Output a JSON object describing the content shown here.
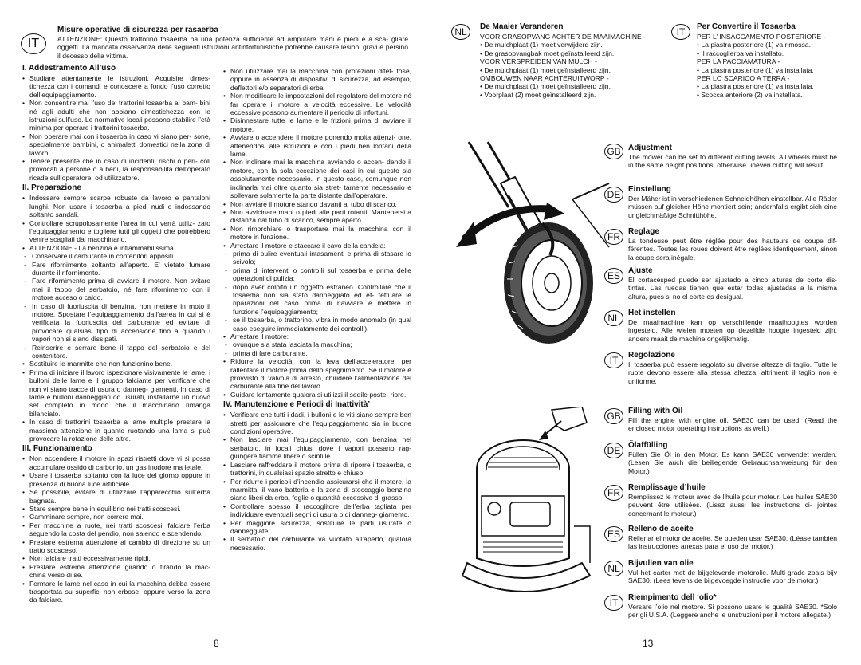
{
  "left_page": {
    "lang_badge": "IT",
    "title": "Misure operative di sicurezza per rasaerba",
    "intro": "ATTENZIONE: Questo trattorino tosaerba ha una potenza sufficiente ad amputare mani e piedi e a sca- gliare oggetti. La mancata osservanza delle seguenti istruzioni antinfortunistiche potrebbe causare lesioni gravi e persino il decesso della vittima.",
    "sec1_title": "I.  Addestramento All’uso",
    "sec1_items": [
      "Studiare attentamente le istruzioni. Acquisire dimes- tichezza con i comandi e conoscere a fondo l’uso corretto dell’equipaggiamento.",
      "Non consentire mai l’uso del trattorini tosaerba ai bam- bini né agli adulti che non abbiano dimestichezza con le istruzioni sull’uso. Le normative locali possono stabilire l’età minima per operare i trattorini tosaerba.",
      "Non operare mai con i tosaerba in caso vi siano per- sone, specialmente bambini, o animaletti domestici nella zona di lavoro.",
      "Tenere presente che in caso di incidenti, rischi o peri- coli provocati a persone o a beni, la responsabilità dell’operato ricade sull’operatore, od utilizzatore."
    ],
    "sec2_title": "II.  Preparazione",
    "sec2_items": [
      "Indossare sempre scarpe robuste da lavoro e pantaloni lunghi. Non usare i tosaerba a piedi nudi o indossando soltanto sandali.",
      "Controllare scrupolosamente l’area in cui verrà utiliz- zato l’equipaggiamento e togliere tutti gli oggetti che potrebbero venire scagliati dal macchinario.",
      "ATTENZIONE - La benzina è infiammabilissima."
    ],
    "sec2_dash": [
      "Conservare il carburante in contenitori appositi.",
      "Fare rifornimento soltanto all’aperto. E’ vietato fumare durante il rifornimento.",
      "Fare rifornimento prima di avviare il motore. Non svitare mai il tappo del serbatoio, né fare rifornimento con il motore acceso o caldo.",
      "In caso di fuoriuscita di benzina, non mettere in moto il motore. Spostare l’equipaggiamento dall’aerea in cui si è verificata la fuoriuscita del carburante ed evitare di provocare qualsiasi tipo di accensione fino a quando i vapori non si siano dissipati.",
      "Reinserire e serrare bene il tappo del serbatoio e del contenitore."
    ],
    "sec2_items_b": [
      "Sostituire le marmitte che non funzionino bene.",
      "Prima di iniziare il lavoro ispezionare visivamente le lame, i bulloni delle lame e il gruppo falciante per verificare che non vi siano tracce di usura o danneg- giamenti. In caso di lame e bulloni danneggiati od usurati, installarne un nuovo set completo in modo che il macchinario rimanga bilanciato.",
      "In caso di trattorini tosaerba a lame multiple prestare la massima attenzione in quanto ruotando una lama si può provocare la rotazione delle altre."
    ],
    "sec3_title": "III.  Funzionamento",
    "sec3_items": [
      "Non accendere il motore in spazi ristretti dove vi si possa accumulare ossido di carbonio, un gas inodore ma letale.",
      "Usare i tosaerba soltanto con la luce del giorno oppure in presenza di buona luce artificiale.",
      "Se possibile, evitare di utilizzare l’apparecchio sull’erba bagnata.",
      "Stare sempre bene in equilibrio nei tratti scoscesi.",
      "Camminare sempre, non correre mai.",
      "Per macchine a ruote, nei tratti scoscesi, falciare l’erba seguendo la costa del pendio, non salendo e scendendo.",
      "Prestare estrema attenzione al cambio di direzione su un tratto scosceso.",
      "Non falciare tratti eccessivamente ripidi.",
      "Prestare estrema attenzione girando o tirando la mac- china verso di sé.",
      "Fermare le lame nel caso in cui la macchina debba essere trasportata su superfici non erbose, oppure verso la zona da falciare."
    ],
    "col2_items": [
      "Non utilizzare mai la macchina con protezioni difet- tose, oppure in assenza di dispositivi di sicurezza, ad esempio, deflettori e/o separatori di erba.",
      "Non modificare le impostazioni del regolatore del motore né far operare il motore a velocità eccessive. Le velocità eccessive possono aumentare il pericolo di infortuni.",
      "Disinnestare tutte le lame e le frizioni prima di avviare il motore.",
      "Avviare o accendere il motore ponendo molta attenzi- one, attenendosi alle istruzioni e con i piedi ben lontani della lame.",
      "Non inclinare mai la macchina  avviando o accen- dendo il motore, con la sola eccezione dei casi in cui questo sia assolutamente necessario. In questo caso, comunque non inclinarla mai oltre quanto sia stret- tamente necessario e sollevare solamente la parte distante dall’operatore.",
      "Non avviare il motore stando davanti al tubo di scarico.",
      "Non avvicinare mani o piedi alle parti rotanti. Mantenersi a distanza dal tubo di scarico, sempre aperto.",
      "Non rimorchiare o trasportare mai la macchina con il motore in funzione.",
      "Arrestare il motore e staccare il cavo della candela:"
    ],
    "col2_dash1": [
      "prima di pulire eventuali intasamenti e prima di stasare lo scivolo;",
      "prima di interventi o controlli sul tosaerba e prima delle operazioni di pulizia;",
      "dopo aver colpito un oggetto estraneo. Controllare che il tosaerba non sia stato danneggiato ed ef- fettuare le riparazioni del caso prima di riavviare e mettere in funzione l’equipaggiamento;",
      "se il tosaerba, o trattorino, vibra in modo anomalo (in qual caso eseguire immediatamente dei controlli)."
    ],
    "col2_stop": "Arrestare il motore:",
    "col2_dash2": [
      "ovunque sia stata lasciata la macchina;",
      "prima di fare carburante."
    ],
    "col2_items_b": [
      "Ridurre la velocità, con la leva dell’acceleratore, per rallentare il motore prima dello spegnimento. Se il motore è provvisto di valvola di arresto, chiudere l’alimentazione del carburante alla fine del lavoro.",
      "Guidare lentamente qualora si utilizzi il sedile poste- riore."
    ],
    "sec4_title": "IV.  Manutenzione e Periodi di Inattività’",
    "sec4_items": [
      "Verificare che tutti i dadi, i bulloni e le viti siano sempre ben stretti per assicurare che l’equipaggiamento sia in buone condizioni operative.",
      "Non lasciare mai l’equipaggiamento, con benzina nel serbatoio, in locali chiusi dove i vapori possano rag- giungere fiamme libere o scintille.",
      "Lasciare raffreddare il motore prima di riporre i tosaerba, o trattorini, in qualsiasi spazio stretto e chiuso.",
      "Per ridurre i pericoli d’incendio assicurarsi che il motore, la marmitta, il vano batteria e la zona di stoccaggio benzina siano liberi da erba, foglie o quantità eccessive di grasso.",
      "Controllare spesso il raccoglitore dell’erba tagliata per individuare eventuali segni di usura o di danneg- giamento.",
      "Per maggiore sicurezza, sostituire le parti usurate o danneggiate.",
      "Il serbatoio del carburante va vuotato all’aperto, qualora necessario."
    ],
    "page_number": "8"
  },
  "right_page": {
    "nl_badge": "NL",
    "nl_title": "De Maaier Veranderen",
    "nl_lines": [
      "VOOR GRASOPVANG ACHTER DE MAAIMACHINE -",
      "• De mulchplaat (1) moet verwijderd zijn.",
      "• De grasopvangbak moet geïnstalleerd zijn.",
      "VOOR VERSPREIDEN VAN MULCH -",
      "• De mulchplaat (1) moet geïnstalleerd zijn.",
      "OMBOUWEN NAAR ACHTERUITWORP -",
      "• De mulchplaat (1) moet geïnstalleerd zijn.",
      "• Voorplaat  (2) moet geïnstalleerd zijn."
    ],
    "it_badge": "IT",
    "it_title": "Per Convertire il Tosaerba",
    "it_lines": [
      "PER L’ INSACCAMENTO POSTERIORE -",
      "• La piastra posteriore (1) va rimossa.",
      "• Il raccoglierba va installato.",
      "PER LA PACCIAMATURA -",
      "• La piastra posteriore (1) va installata.",
      "PER LO SCARICO A TERRA -",
      "• La piastra posteriore (1) va installata.",
      "• Scocca anteriore (2) va installata."
    ],
    "adjust_sections": [
      {
        "badge": "GB",
        "title": "Adjustment",
        "body": "The mower can be set to different cutting levels.  All wheels must be in the same height positions, otherwise uneven cutting will result."
      },
      {
        "badge": "DE",
        "title": "Einstellung",
        "body": "Der Mäher ist in verschiedenen Schneidhöhen einstellbar. Alle Räder müssen auf gleicher Höhe montiert sein; andernfalls ergibt sich eine ungleichmäßige Schnitthöhe."
      },
      {
        "badge": "FR",
        "title": "Reglage",
        "body": "La tondeuse peut être réglée pour des hauteurs de coupe dif- férentes. Toutes les roues doivent être réglées identiquement, sinon la coupe sera inégale."
      },
      {
        "badge": "ES",
        "title": "Ajuste",
        "body": "El cortacésped puede ser ajustado a cinco alturas de corte dis- tintas. Las ruedas tienen que estar todas ajustadas a la misma altura, pues si no el corte es desigual."
      },
      {
        "badge": "NL",
        "title": "Het instellen",
        "body": "De maaimachine kan op verschillende maaihoogtes worden ingesteld.  Alle wielen moeten op dezelfde hoogte ingesteld zijn, anders maait de machine ongelijkmatig."
      },
      {
        "badge": "IT",
        "title": "Regolazione",
        "body": "Il tosaerba può essere regolato su diverse altezze di taglio. Tutte le ruote devono essere alla stessa altezza, altrimenti il taglio non è uniforme."
      }
    ],
    "oil_sections": [
      {
        "badge": "GB",
        "title": "Filling with Oil",
        "body": "Fill the engine with engine oil.  SAE30 can be used. (Read the enclosed motor operating instructions as well.)"
      },
      {
        "badge": "DE",
        "title": "Ölaffülling",
        "body": "Füllen Sie Öl in den Motor.  Es kann SAE30 verwendet werden. (Lesen Sie auch die beiliegende Gebrauchsanweisung für den Motor.)"
      },
      {
        "badge": "FR",
        "title": "Remplissage d’huile",
        "body": "Remplissez le moteur avec de l’huile pour moteur.  Les huiles SAE30 peuvent être utilisées. (Lisez aussi les instructions ci- jointes concernant le moteur.)"
      },
      {
        "badge": "ES",
        "title": "Relleno de aceite",
        "body": "Rellenar el motor de aceite.  Se pueden usar SAE30. (Léase también las instrucciones anexas para el uso del motor.)"
      },
      {
        "badge": "NL",
        "title": "Bijvullen van olie",
        "body": "Vul het carter met de bijgeleverde motorolie. Multi-grade zoals bijv SAE30. (Lees tevens de bijgevoegde instructie voor de motor.)"
      },
      {
        "badge": "IT",
        "title": "Riempimento dell ‘olio*",
        "body": "Versare l’olio nel motore.  Si possono usare le qualità SAE30. *Solo per gli U.S.A.  (Leggere anche le unstruzioni per il motore allegate.)"
      }
    ],
    "page_number": "13"
  }
}
